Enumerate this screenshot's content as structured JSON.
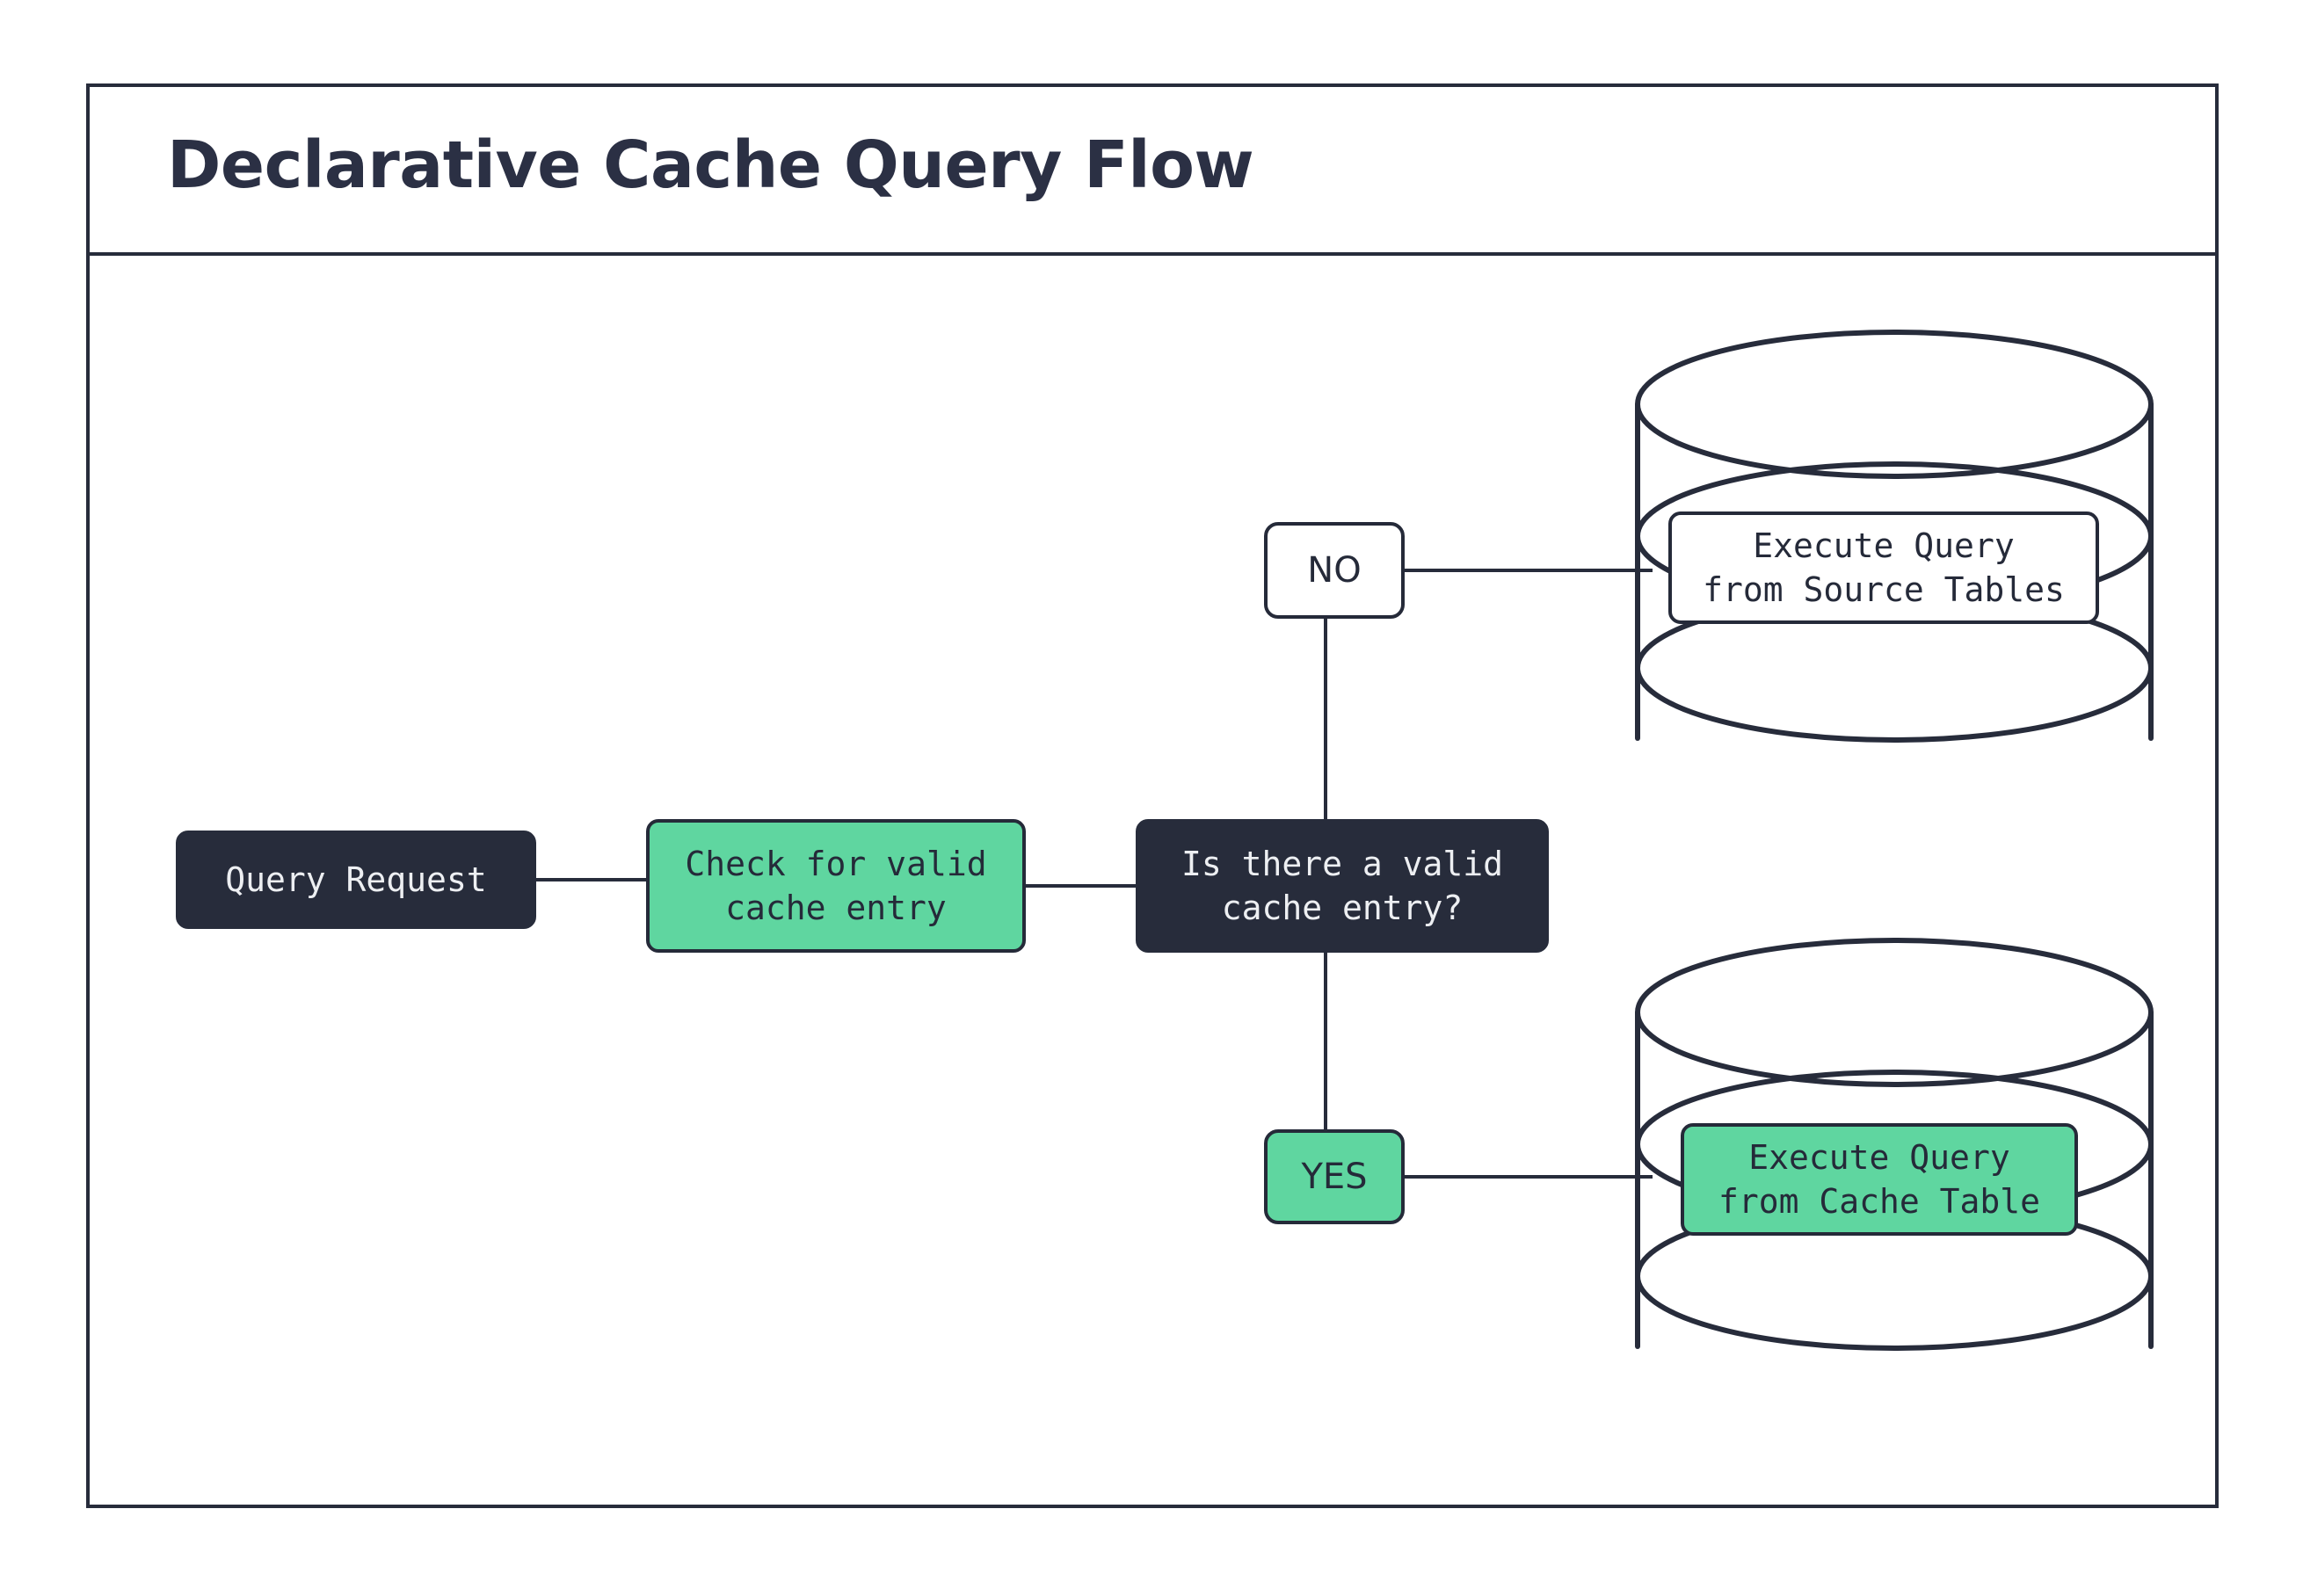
{
  "diagram": {
    "title": "Declarative Cache Query Flow",
    "type": "flowchart",
    "colors": {
      "dark": "#272C3B",
      "green": "#5FD6A0",
      "white": "#FFFFFF",
      "stroke": "#252A39",
      "title_text": "#2B3044"
    },
    "nodes": [
      {
        "id": "query-request",
        "label": "Query Request",
        "style": "dark",
        "shape": "rounded-rect"
      },
      {
        "id": "check-cache",
        "label": "Check for valid\ncache entry",
        "style": "green",
        "shape": "rounded-rect"
      },
      {
        "id": "decision",
        "label": "Is there a valid\ncache entry?",
        "style": "dark",
        "shape": "rounded-rect"
      },
      {
        "id": "label-no",
        "label": "NO",
        "style": "white",
        "shape": "rounded-rect"
      },
      {
        "id": "label-yes",
        "label": "YES",
        "style": "green",
        "shape": "rounded-rect"
      },
      {
        "id": "exec-source",
        "label": "Execute Query\nfrom Source Tables",
        "style": "white",
        "shape": "rounded-rect"
      },
      {
        "id": "exec-cache",
        "label": "Execute Query\nfrom Cache Table",
        "style": "green",
        "shape": "rounded-rect"
      }
    ],
    "databases": [
      {
        "id": "db-source",
        "icon": "database-cylinder-icon",
        "discs": 3,
        "contains": "exec-source"
      },
      {
        "id": "db-cache",
        "icon": "database-cylinder-icon",
        "discs": 3,
        "contains": "exec-cache"
      }
    ],
    "edges": [
      {
        "id": "request-check",
        "from": "query-request",
        "to": "check-cache",
        "label": ""
      },
      {
        "id": "check-decision",
        "from": "check-cache",
        "to": "decision",
        "label": ""
      },
      {
        "id": "decision-no",
        "from": "decision",
        "to": "label-no",
        "label": "NO"
      },
      {
        "id": "decision-yes",
        "from": "decision",
        "to": "label-yes",
        "label": "YES"
      },
      {
        "id": "no-source",
        "from": "label-no",
        "to": "exec-source",
        "label": ""
      },
      {
        "id": "yes-cache",
        "from": "label-yes",
        "to": "exec-cache",
        "label": ""
      }
    ]
  }
}
